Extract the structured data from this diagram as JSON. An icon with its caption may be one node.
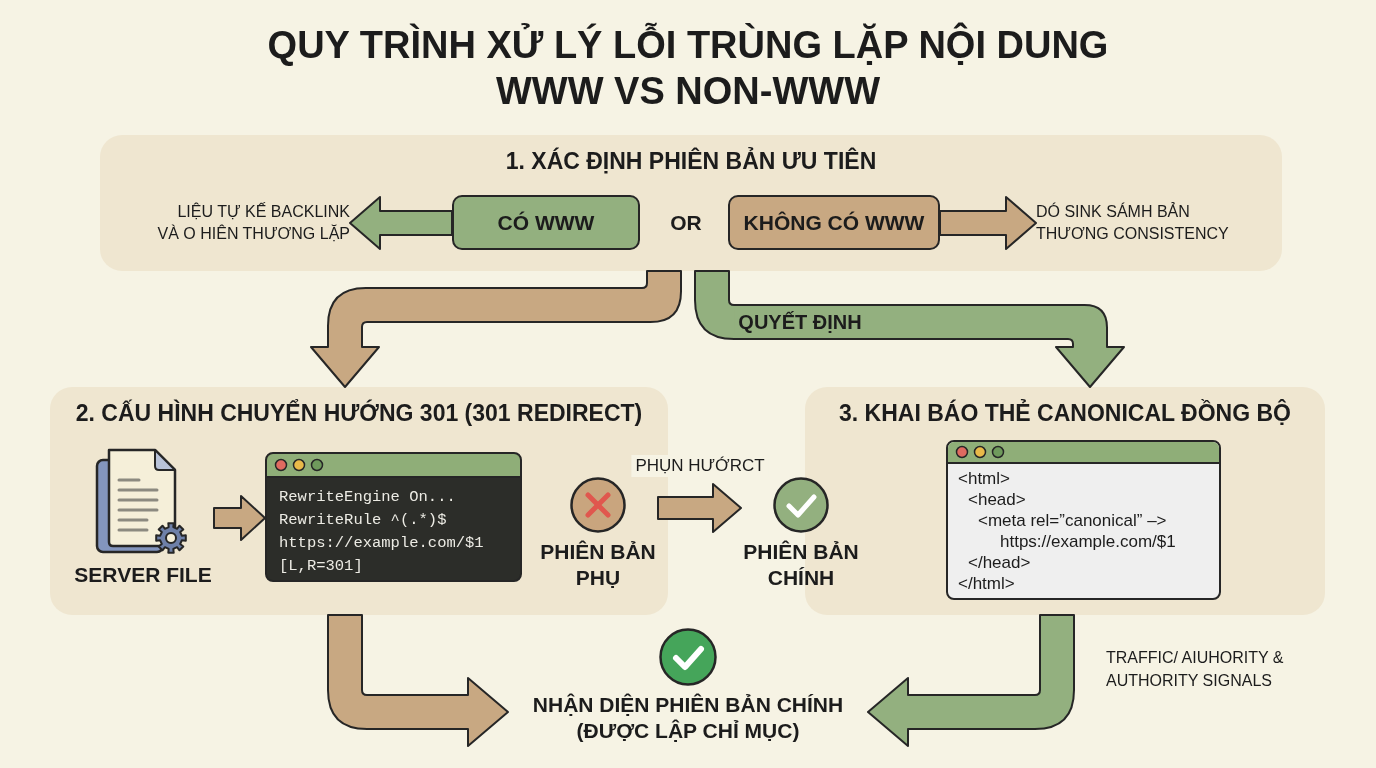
{
  "diagram": {
    "title": "QUY TRÌNH XỬ LÝ LỖI TRÙNG LẶP NỘI DUNG WWW VS NON-WWW",
    "nodes": [
      {
        "text": [
          "1. XÁC ĐỊNH PHIÊN BẢN ƯU TIÊN"
        ]
      },
      {
        "text": [
          "LIỆU TỰ KẾ BACKLINK VÀ O HIÊN THƯƠNG LẶP"
        ],
        "in": 0
      },
      {
        "text": [
          "CÓ WWW"
        ],
        "in": 0
      },
      {
        "text": [
          "KHÔNG CÓ WWW"
        ],
        "in": 0
      },
      {
        "text": [
          "DÓ SINK SÁMH BẢN THƯƠNG CONSISTENCY"
        ],
        "in": 0
      },
      {
        "text": [
          "2. CẤU HÌNH CHUYỂN HƯỚNG 301 (301 REDIRECT)"
        ]
      },
      {
        "text": [
          "SERVER FILE"
        ],
        "in": 5
      },
      {
        "text": [
          "RewriteEngine On...",
          "RewriteRule ^(.*)$",
          "https://example.com/$1",
          "[L,R=301]"
        ],
        "in": 5
      },
      {
        "text": [
          "PHIÊN BẢN PHỤ"
        ],
        "in": 5
      },
      {
        "text": [
          "PHIÊN BẢN CHÍNH"
        ]
      },
      {
        "text": [
          "3. KHAI BÁO THẺ CANONICAL ĐỒNG BỘ"
        ]
      },
      {
        "text": [
          "<html>",
          "<head>",
          "<meta rel=”canonical” –>",
          "https://example.com/$1",
          "</head>",
          "</html>"
        ],
        "in": 10
      },
      {
        "text": [
          "NHẬN DIỆN PHIÊN BẢN CHÍNH (ĐƯỢC LẬP CHỈ MỤC)"
        ]
      }
    ],
    "edges": [
      {
        "from": 2,
        "to": 1,
        "arrow": "to",
        "color": "#93b07f"
      },
      {
        "from": 3,
        "to": 4,
        "arrow": "to"
      },
      {
        "from": 0,
        "to": 5,
        "arrow": "to"
      },
      {
        "from": 0,
        "to": 10,
        "arrow": "to",
        "label": "QUYẾT ĐỊNH",
        "color": "#93b07f"
      },
      {
        "from": 6,
        "to": 7,
        "arrow": "to"
      },
      {
        "from": 8,
        "to": 9,
        "arrow": "to",
        "label": "PHỤN HƯỚRCT"
      },
      {
        "from": 5,
        "to": 12,
        "arrow": "to"
      },
      {
        "from": 10,
        "to": 12,
        "arrow": "to",
        "color": "#93b07f"
      }
    ],
    "labels": [
      "OR",
      "TRAFFIC/ AIUHORITY & AUTHORITY SIGNALS"
    ]
  }
}
